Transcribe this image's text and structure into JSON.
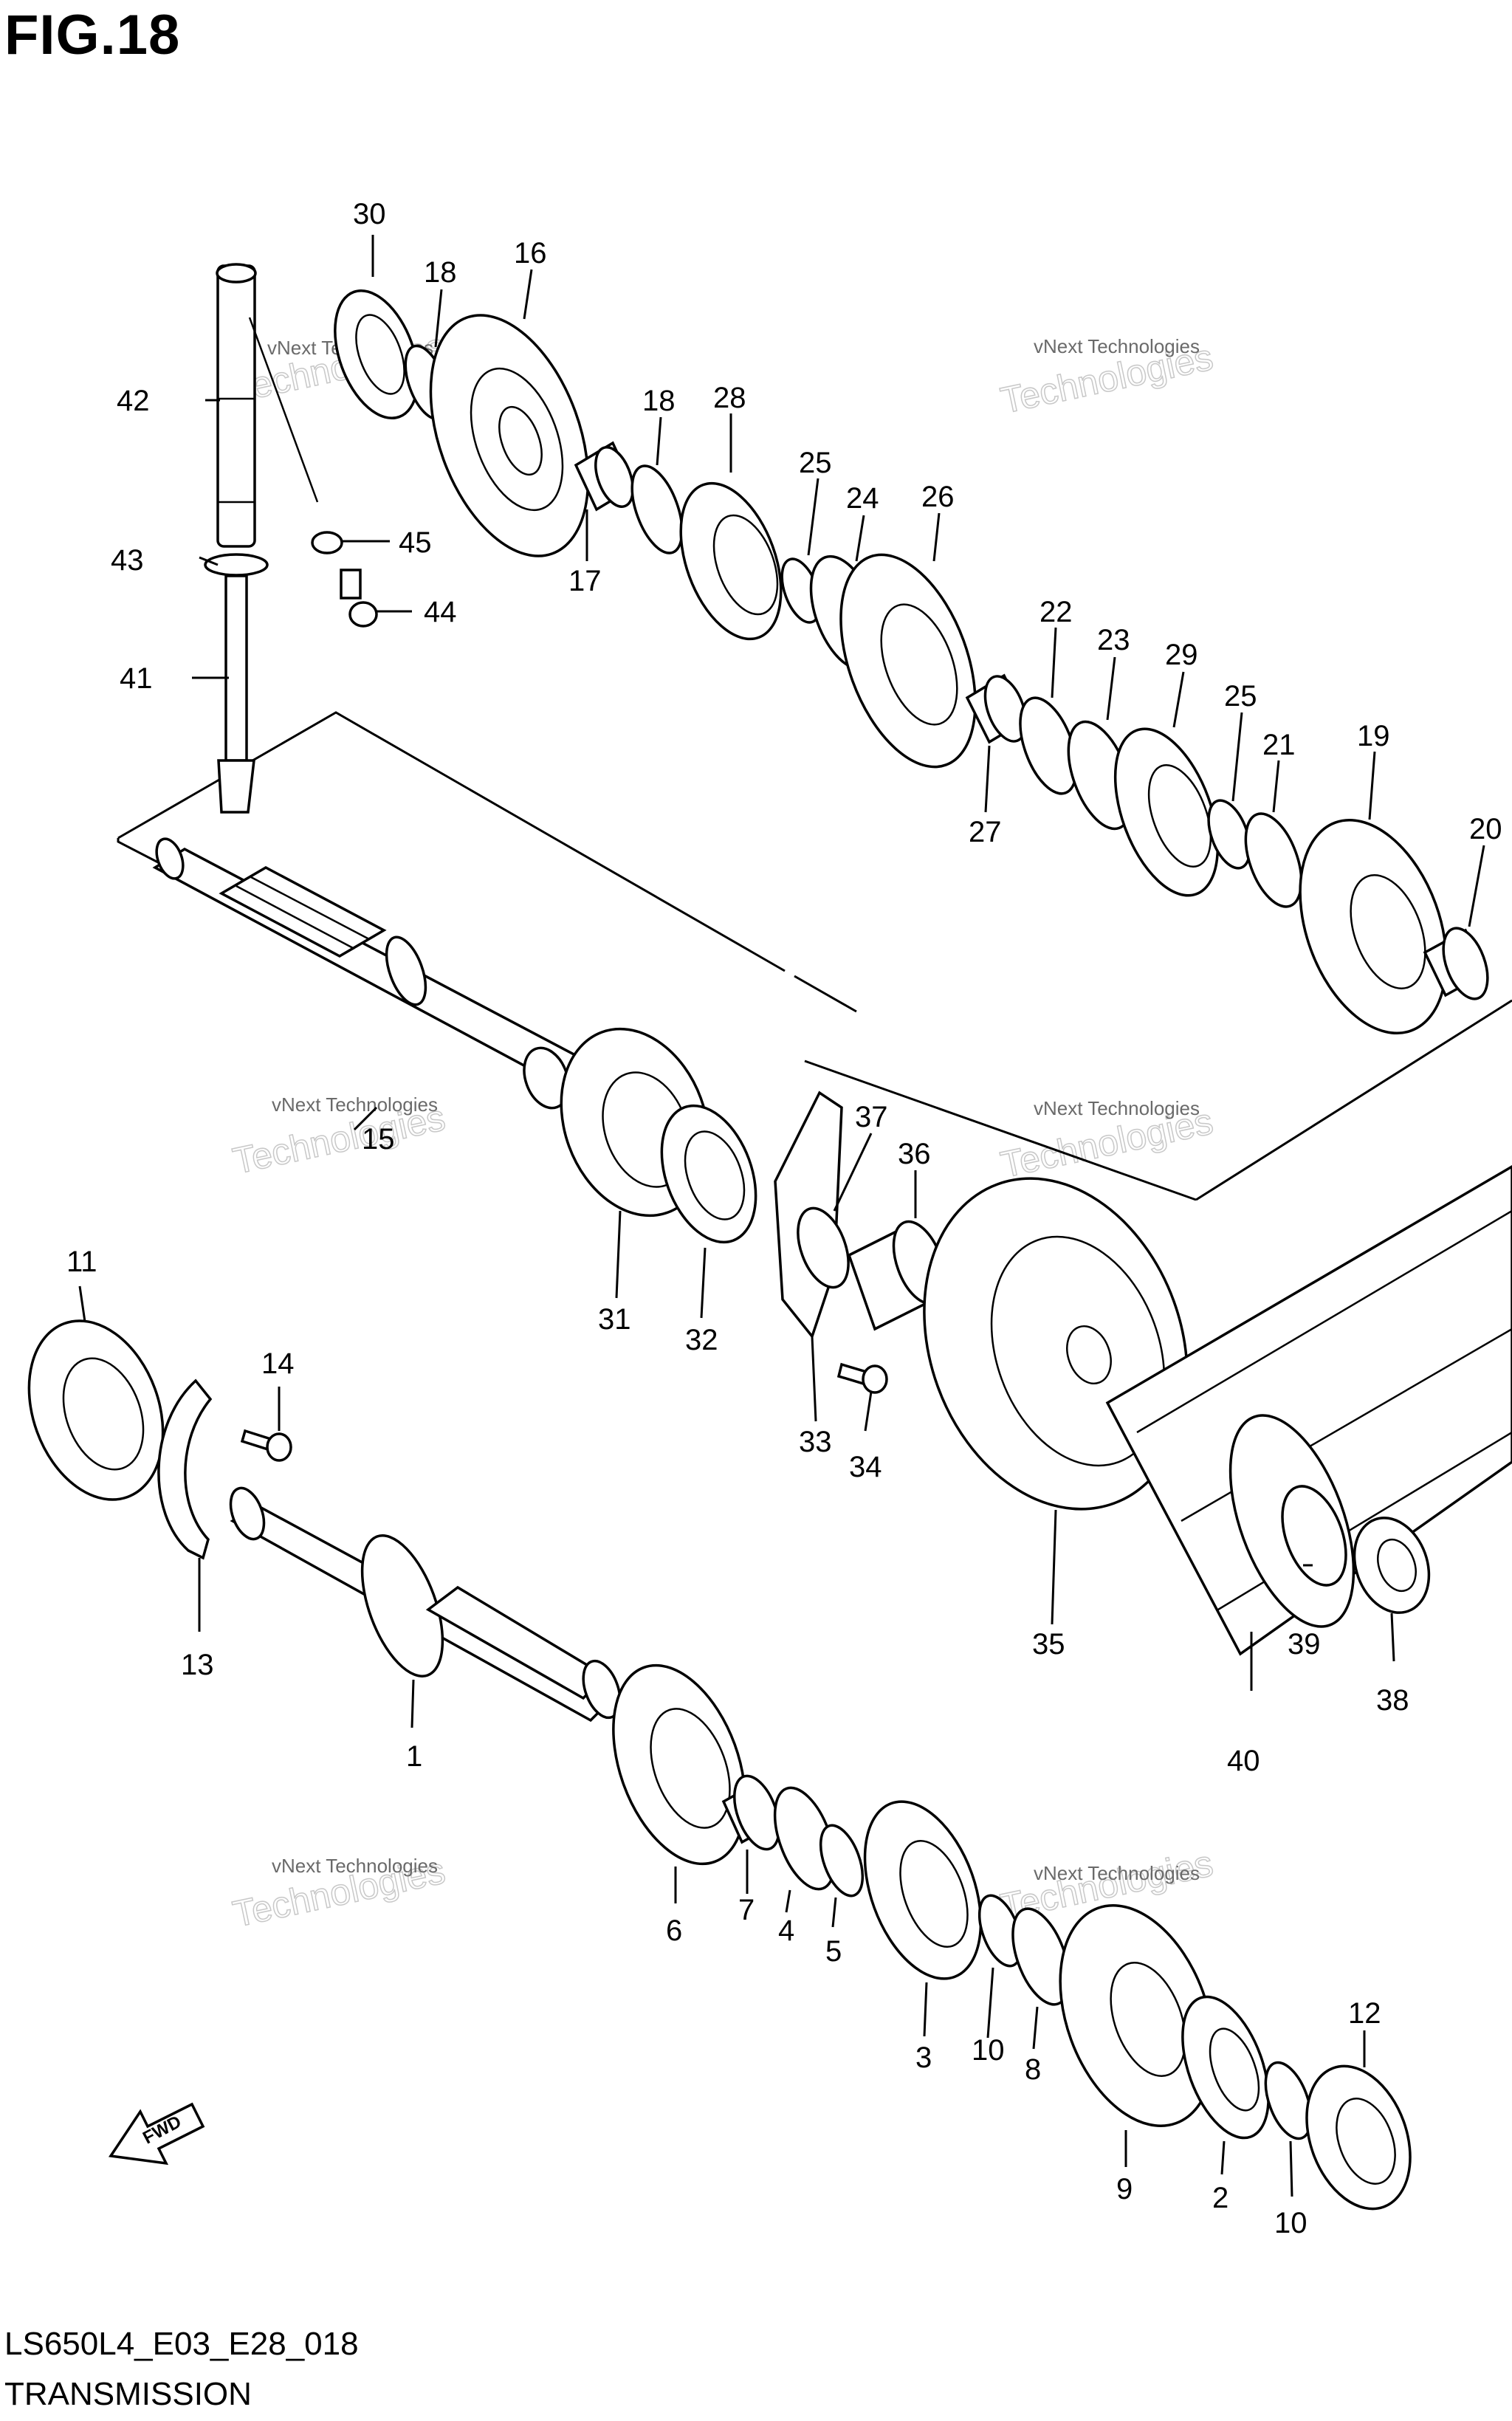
{
  "figure": {
    "title": "FIG.18",
    "code": "LS650L4_E03_E28_018",
    "name": "TRANSMISSION"
  },
  "watermark": {
    "brand_top": "vNext",
    "brand_line": "vNext Technologies",
    "brand_big": "Technologies"
  },
  "fwd_label": "FWD",
  "callouts": {
    "p1": "1",
    "p2": "2",
    "p3": "3",
    "p4": "4",
    "p5": "5",
    "p6": "6",
    "p7": "7",
    "p8": "8",
    "p9": "9",
    "p10a": "10",
    "p10b": "10",
    "p11": "11",
    "p12": "12",
    "p13": "13",
    "p14": "14",
    "p15": "15",
    "p16": "16",
    "p17": "17",
    "p18a": "18",
    "p18b": "18",
    "p19": "19",
    "p20": "20",
    "p21": "21",
    "p22": "22",
    "p23": "23",
    "p24": "24",
    "p25a": "25",
    "p25b": "25",
    "p26": "26",
    "p27": "27",
    "p28": "28",
    "p29": "29",
    "p30": "30",
    "p31": "31",
    "p32": "32",
    "p33": "33",
    "p34": "34",
    "p35": "35",
    "p36": "36",
    "p37": "37",
    "p38": "38",
    "p39": "39",
    "p40": "40",
    "p41": "41",
    "p42": "42",
    "p43": "43",
    "p44": "44",
    "p45": "45"
  }
}
